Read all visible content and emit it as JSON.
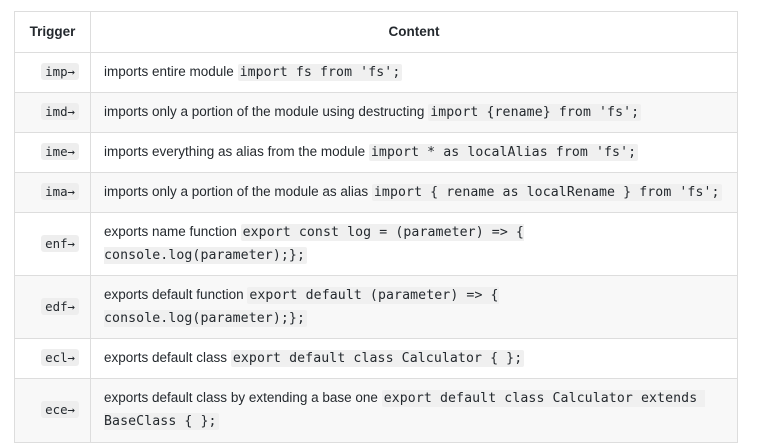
{
  "table": {
    "headers": {
      "trigger": "Trigger",
      "content": "Content"
    },
    "colors": {
      "border": "#dddddd",
      "row_alt_background": "#f8f8f8",
      "code_background": "#f0f0f0",
      "chip_background": "#eeeeee",
      "text": "#24292e"
    },
    "rows": [
      {
        "trigger": "imp→",
        "description": "imports entire module ",
        "code": "import fs from 'fs';"
      },
      {
        "trigger": "imd→",
        "description": "imports only a portion of the module using destructing ",
        "code": "import {rename} from 'fs';"
      },
      {
        "trigger": "ime→",
        "description": "imports everything as alias from the module ",
        "code": "import * as localAlias from 'fs';"
      },
      {
        "trigger": "ima→",
        "description": "imports only a portion of the module as alias ",
        "code": "import { rename as localRename } from 'fs';"
      },
      {
        "trigger": "enf→",
        "description": "exports name function ",
        "code": "export const log = (parameter) => {\nconsole.log(parameter);};"
      },
      {
        "trigger": "edf→",
        "description": "exports default function ",
        "code": "export default (parameter) => {\nconsole.log(parameter);};"
      },
      {
        "trigger": "ecl→",
        "description": "exports default class ",
        "code": "export default class Calculator { };"
      },
      {
        "trigger": "ece→",
        "description": "exports default class by extending a base one ",
        "code": "export default class Calculator extends BaseClass { };"
      }
    ]
  }
}
